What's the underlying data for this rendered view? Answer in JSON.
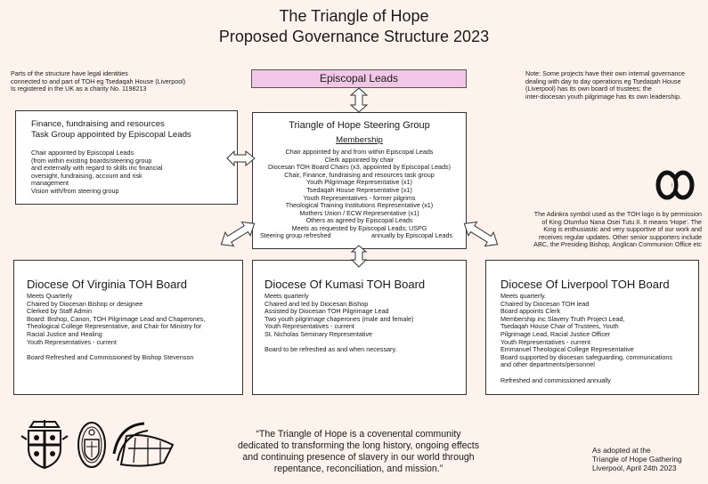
{
  "header": {
    "title": "The Triangle of Hope",
    "subtitle": "Proposed Governance Structure 2023"
  },
  "notes": {
    "left_lines": [
      "Parts of the structure have legal identities",
      "connected to and part of TOH eg Tsedaqah House (Liverpool)",
      "Is registered in the UK as a charity No. 1198213"
    ],
    "right_lines": [
      "Note: Some projects have their own internal governance",
      "dealing with day to day operations eg Tsedaqah House",
      "(Liverpool) has its own board of trustees; the",
      "inter-diocesan youth pilgrimage has its own leadership."
    ]
  },
  "episcopal": {
    "label": "Episcopal Leads",
    "fill": "#f2c6e6"
  },
  "finance": {
    "title_lines": [
      "Finance, fundraising and resources",
      "Task Group appointed by Episcopal Leads"
    ],
    "body_lines": [
      "Chair appointed by Episcopal Leads",
      "(from within existing boards/steering group",
      "and externally with regard to skills inc financial",
      "oversight, fundraising, account and risk",
      "management",
      "Vision with/from steering group"
    ]
  },
  "steering": {
    "title": "Triangle of Hope Steering Group",
    "membership": "Membership",
    "lines": [
      "Chair appointed by and from within Episcopal Leads",
      "Clerk appointed by chair",
      "Diocesan TOH Board Chairs (x3, appointed by Episcopal Leads)",
      "Chair, Finance, fundraising and resources task group",
      "Youth Pilgrimage Representative (x1)",
      "Tsedaqah House Representative (x1)",
      "Youth Representatives - former pilgrims",
      "Theological Training Institutions Representative (x1)",
      "Mothers Union /  ECW Representative (x1)",
      "Others as agreed by Episcopal Leads",
      "Meets as requested by Episcopal Leads; USPG"
    ],
    "refresh_left": "Steering group refreshed",
    "refresh_right": "annually by Episcopal Leads"
  },
  "adinkra": {
    "lines": [
      "The Adinkra symbol used as the TOH logo is by permission",
      "of King Otumfuo Nana Osei Tutu II. It means 'Hope'. The",
      "King is enthusiastic and very supportive of our work and",
      "receives regular updates. Other senior supporters include",
      "ABC, the Presiding Bishop, Anglican Communion Office etc"
    ]
  },
  "boards": [
    {
      "title": "Diocese Of Virginia TOH Board",
      "lines": [
        "Meets Quarterly",
        "Chaired by Diocesan Bishop or designee",
        "Clerked by Staff Admin",
        "Board:  Bishop, Canon, TOH Pilgrimage Lead and Chaperones,",
        "Theological College Representative, and Chair for Ministry for",
        "Racial Justice and Healing",
        "Youth Representatives - current",
        "",
        "Board Refreshed and Commissioned by Bishop Stevenson"
      ]
    },
    {
      "title": "Diocese Of Kumasi TOH Board",
      "lines": [
        "Meets quarterly",
        "Chaired and led by Diocesan Bishop",
        "Assisted by Diocesan TOH Pilgrimage Lead",
        "Two youth pilgrimage chaperones (male and female)",
        "Youth Representatives - current",
        "St. Nicholas Seminary Representative",
        "",
        "Board to be refreshed as and when necessary."
      ]
    },
    {
      "title": "Diocese Of Liverpool TOH Board",
      "lines": [
        "Meets quarterly.",
        "Chaired by Diocesan TOH lead",
        "Board appoints Clerk",
        "Membership inc Slavery Truth Project Lead,",
        "Tsedaqah House Chair of Trustees, Youth",
        "Pilgrimage Lead, Racial Justice Officer",
        "Youth Representatives - current",
        "Emmanuel Theological College Representative",
        "Board supported by diocesan safeguarding, communications",
        "and other departments/personnel",
        "",
        "Refreshed and commissioned annually"
      ]
    }
  ],
  "quote": {
    "lines": [
      "“The Triangle of Hope is a covenental community",
      "dedicated to transforming the long history, ongoing effects",
      "and continuing presence of slavery in our world through",
      "repentance, reconciliation, and mission.”"
    ]
  },
  "adopted": {
    "lines": [
      "As adopted at the",
      "Triangle of Hope Gathering",
      "Liverpool, April 24th 2023"
    ]
  },
  "icons": {
    "adinkra": "adinkra-hope-icon",
    "virginia": "virginia-crest-icon",
    "kumasi": "kumasi-crest-icon",
    "liverpool": "liverpool-ship-icon"
  }
}
